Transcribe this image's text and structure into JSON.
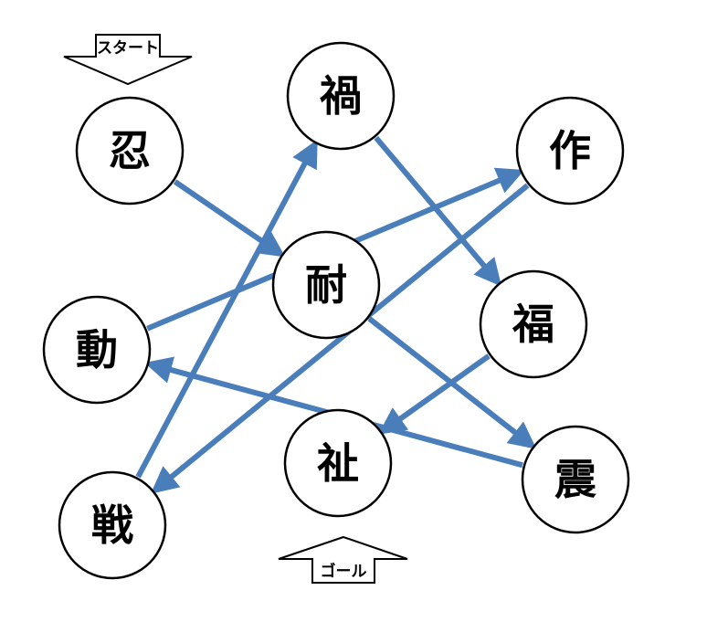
{
  "start_label": "スタート",
  "goal_label": "ゴール",
  "colors": {
    "arrow": "#4a7ebb",
    "node_stroke": "#000000",
    "text": "#000000"
  },
  "nodes": [
    {
      "id": "nin",
      "char": "忍"
    },
    {
      "id": "ka",
      "char": "禍"
    },
    {
      "id": "saku",
      "char": "作"
    },
    {
      "id": "tai",
      "char": "耐"
    },
    {
      "id": "fuku",
      "char": "福"
    },
    {
      "id": "dou",
      "char": "動"
    },
    {
      "id": "shi",
      "char": "祉"
    },
    {
      "id": "shin",
      "char": "震"
    },
    {
      "id": "sen",
      "char": "戦"
    }
  ],
  "edges": [
    {
      "from": "nin",
      "to": "tai"
    },
    {
      "from": "tai",
      "to": "shin"
    },
    {
      "from": "shin",
      "to": "dou"
    },
    {
      "from": "dou",
      "to": "saku"
    },
    {
      "from": "saku",
      "to": "sen"
    },
    {
      "from": "sen",
      "to": "ka"
    },
    {
      "from": "ka",
      "to": "fuku"
    },
    {
      "from": "fuku",
      "to": "shi"
    }
  ]
}
